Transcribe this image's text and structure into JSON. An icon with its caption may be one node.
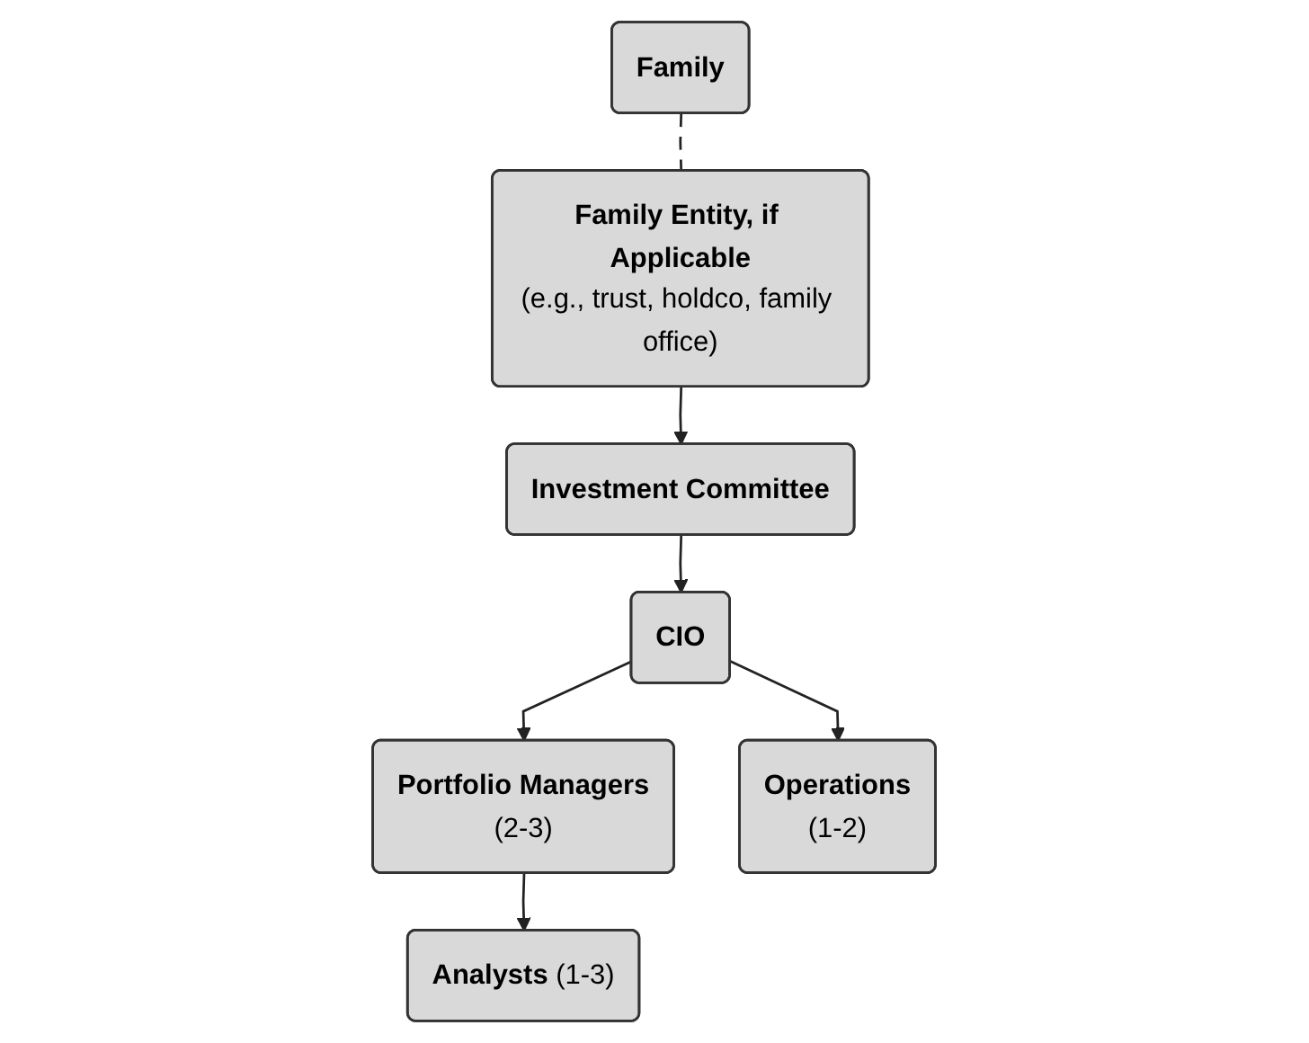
{
  "diagram": {
    "nodes": [
      {
        "text": [
          "Family"
        ]
      },
      {
        "text": [
          "Family Entity, if Applicable",
          "(e.g., trust, holdco, family office)"
        ]
      },
      {
        "text": [
          "Investment Committee"
        ]
      },
      {
        "text": [
          "CIO"
        ]
      },
      {
        "text": [
          "Portfolio Managers",
          "(2-3)"
        ]
      },
      {
        "text": [
          "Operations",
          "(1-2)"
        ]
      },
      {
        "text": [
          "Analysts",
          "(1-3)"
        ]
      }
    ],
    "edges": [
      {
        "from": 0,
        "to": 1,
        "arrow": "none",
        "style": "dashed"
      },
      {
        "from": 1,
        "to": 2,
        "arrow": "to"
      },
      {
        "from": 2,
        "to": 3,
        "arrow": "to"
      },
      {
        "from": 3,
        "to": 4,
        "arrow": "to"
      },
      {
        "from": 3,
        "to": 5,
        "arrow": "to"
      },
      {
        "from": 4,
        "to": 6,
        "arrow": "to"
      }
    ]
  }
}
